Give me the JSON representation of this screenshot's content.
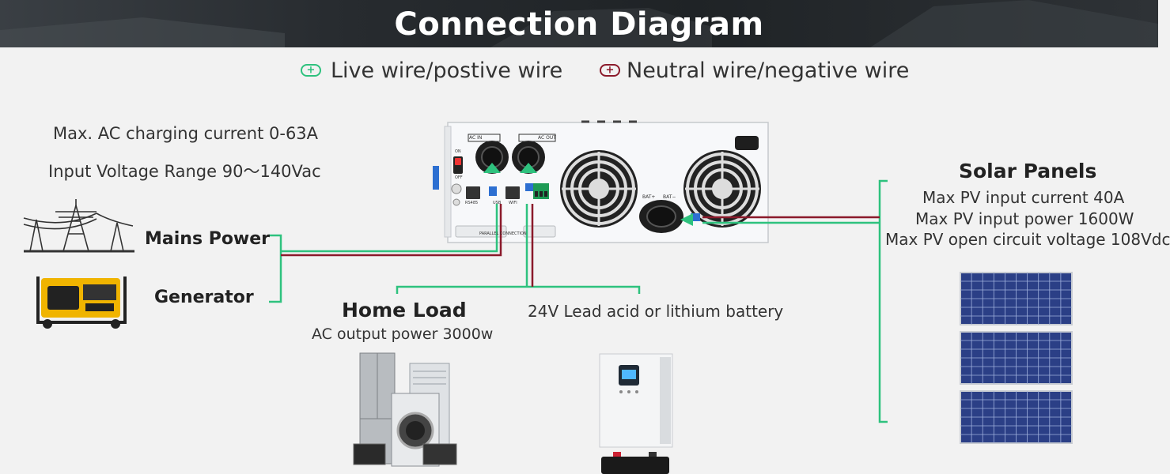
{
  "title": "Connection Diagram",
  "legend": {
    "live": {
      "label": "Live wire/postive wire",
      "color": "#2ec27e",
      "symbol": "+"
    },
    "neutral": {
      "label": "Neutral wire/negative wire",
      "color": "#8b1a2b",
      "symbol": "+"
    }
  },
  "ac_input": {
    "charging_current": "Max. AC charging current 0-63A",
    "voltage_range": "Input Voltage Range 90〜140Vac"
  },
  "sources": {
    "mains": "Mains Power",
    "generator": "Generator"
  },
  "home_load": {
    "title": "Home Load",
    "output_power": "AC output power 3000w"
  },
  "battery": {
    "label": "24V Lead acid or lithium battery"
  },
  "solar": {
    "title": "Solar Panels",
    "specs": [
      "Max PV input current 40A",
      "Max PV input power 1600W",
      "Max PV open circuit voltage 108Vdc"
    ]
  },
  "inverter_panel": {
    "ac_in": "AC IN",
    "ac_out": "AC OUT",
    "rs485": "RS485",
    "usb": "USB",
    "wifi": "WIFI",
    "parallel": "PARALLEL CONNECTION",
    "bat_pos": "BAT+",
    "bat_neg": "BAT−",
    "on": "ON",
    "off": "OFF"
  },
  "colors": {
    "live_wire": "#2ec27e",
    "neutral_wire": "#8b1a2b",
    "background": "#f2f2f2",
    "header": "#25292c"
  },
  "icons": [
    "power-tower-icon",
    "generator-icon",
    "appliances-icon",
    "inverter-icon",
    "battery-icon",
    "solar-panel-icon"
  ]
}
